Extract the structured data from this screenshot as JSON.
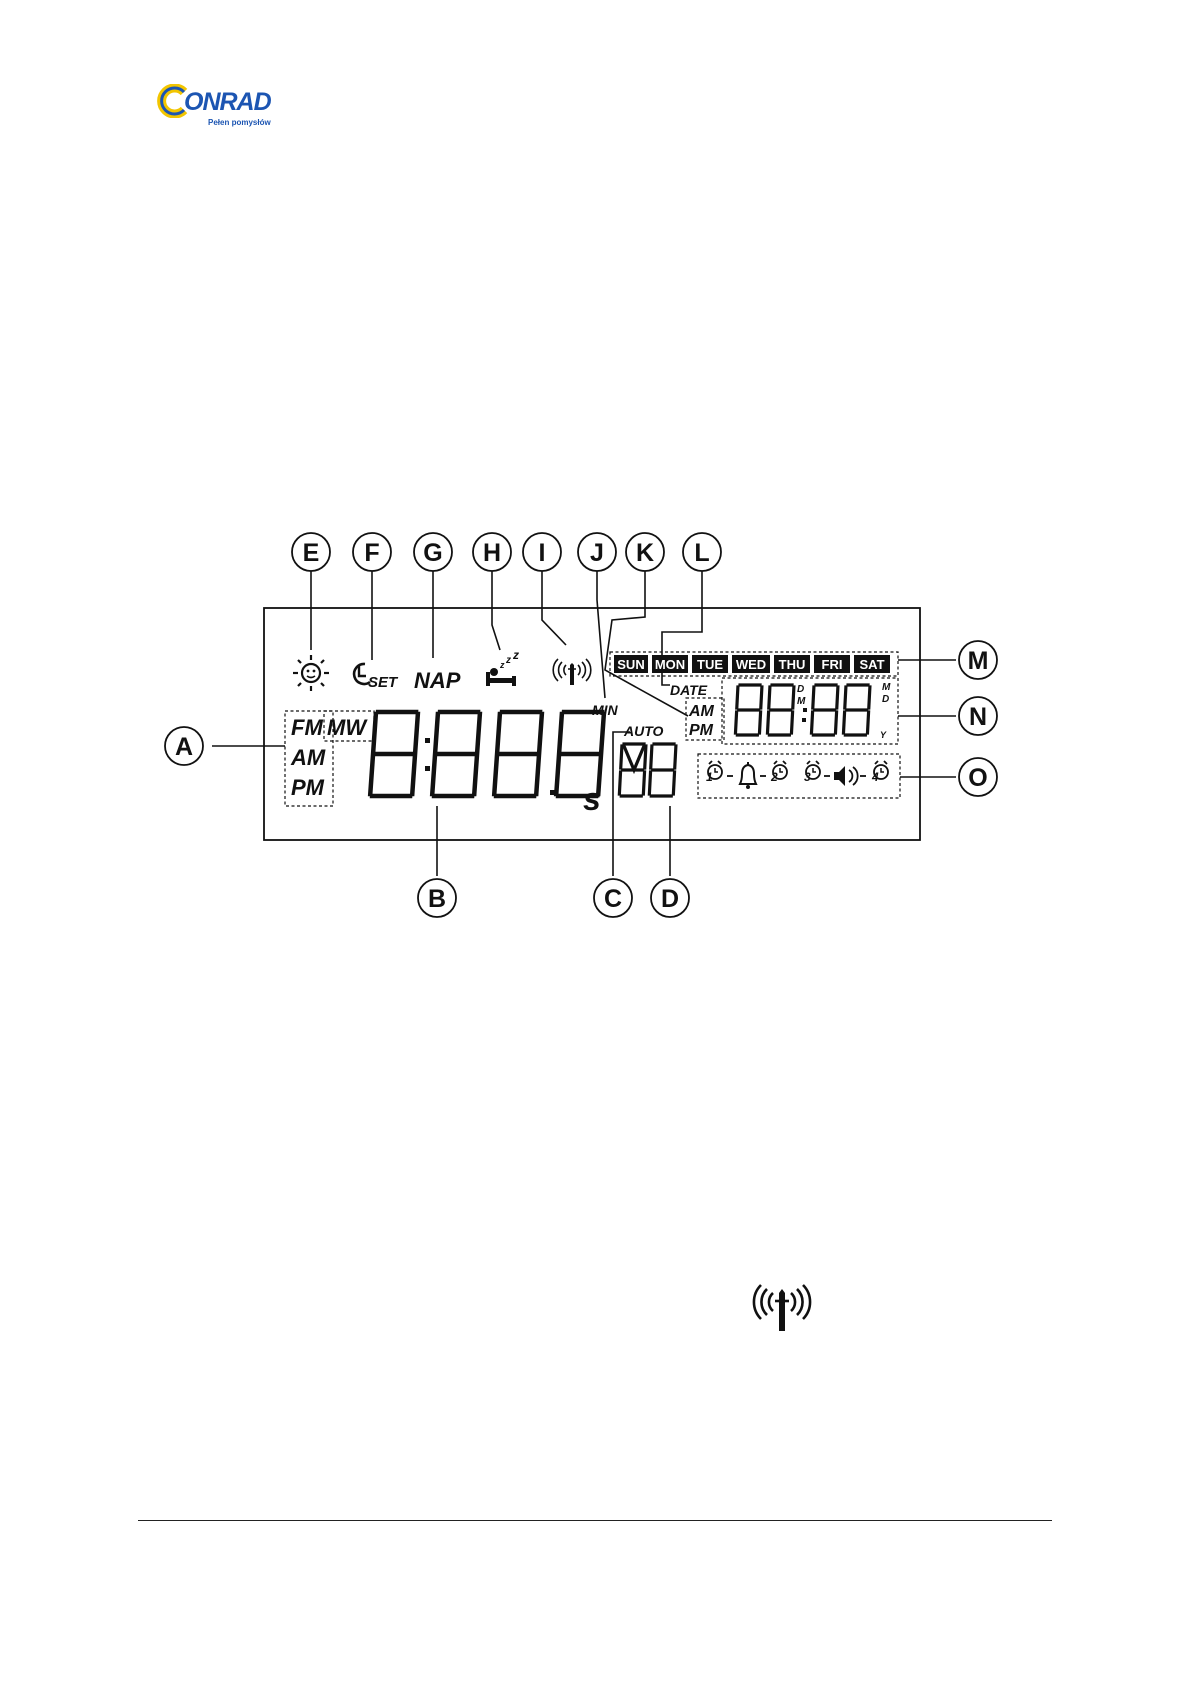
{
  "logo": {
    "brand": "ONRAD",
    "tagline": "Pełen pomysłów"
  },
  "callouts": [
    "E",
    "F",
    "G",
    "H",
    "I",
    "J",
    "K",
    "L",
    "A",
    "M",
    "N",
    "O",
    "B",
    "C",
    "D"
  ],
  "lcd": {
    "clock_set_label": "SET",
    "nap_label": "NAP",
    "band_labels": {
      "fm": "FM",
      "mw": "MW",
      "am": "AM",
      "pm": "PM"
    },
    "min_label": "MIN",
    "auto_label": "AUTO",
    "ampm_right": {
      "am": "AM",
      "pm": "PM"
    },
    "date_label": "DATE",
    "weekdays": [
      "SUN",
      "MON",
      "TUE",
      "WED",
      "THU",
      "FRI",
      "SAT"
    ],
    "date_small": {
      "d": "D",
      "m": "M",
      "m2": "M",
      "d2": "D",
      "y": "Y"
    },
    "seconds_label": "s",
    "alarm_digits": [
      "1",
      "2",
      "3",
      "4"
    ]
  },
  "icons": [
    "sun-face-icon",
    "clock-set-icon",
    "sleep-bed-icon",
    "radio-tower-icon",
    "alarm-clock-icon",
    "bell-icon",
    "speaker-icon"
  ]
}
